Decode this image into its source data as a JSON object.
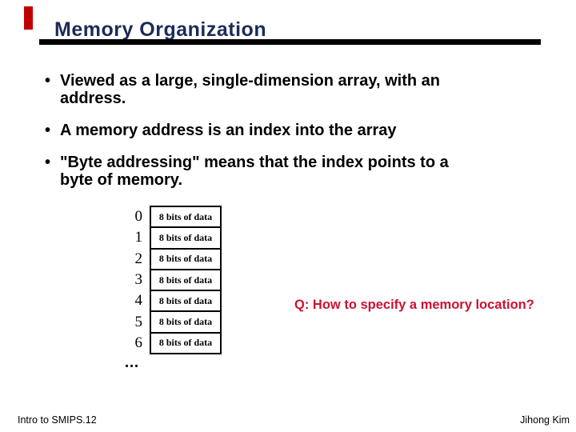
{
  "slide": {
    "title": "Memory Organization",
    "bullet_marker": "•",
    "bullets": [
      {
        "lines": [
          "Viewed as a large, single-dimension array, with an",
          "address."
        ]
      },
      {
        "lines": [
          "A memory address is an index into the array"
        ]
      },
      {
        "lines": [
          "\"Byte addressing\" means that the index points to a",
          "byte of memory."
        ]
      }
    ],
    "memory_diagram": {
      "rows": [
        {
          "index": "0",
          "label": "8 bits of data"
        },
        {
          "index": "1",
          "label": "8 bits of data"
        },
        {
          "index": "2",
          "label": "8 bits of data"
        },
        {
          "index": "3",
          "label": "8 bits of data"
        },
        {
          "index": "4",
          "label": "8 bits of data"
        },
        {
          "index": "5",
          "label": "8 bits of data"
        },
        {
          "index": "6",
          "label": "8 bits of data"
        }
      ],
      "ellipsis": "..."
    },
    "question": "Q: How to specify a memory location?",
    "footer": {
      "left": "Intro to SMIPS.12",
      "right": "Jihong Kim"
    },
    "colors": {
      "title_text": "#1c2c58",
      "question_text": "#cc1133",
      "accent_bar": "#c00000",
      "rule": "#000000"
    }
  }
}
